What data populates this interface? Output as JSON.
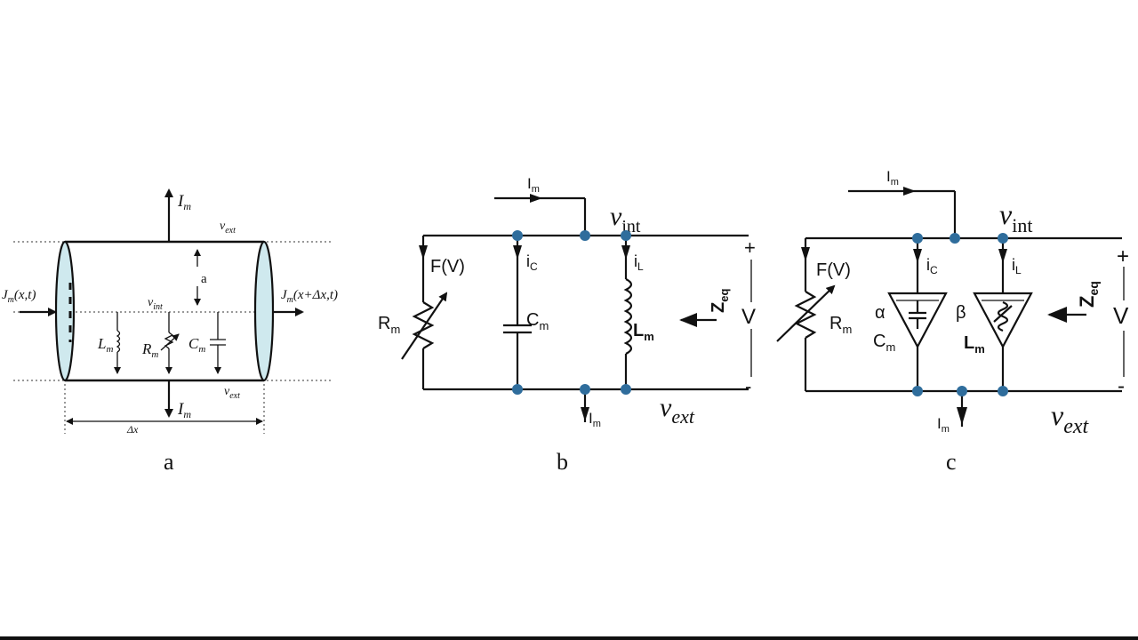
{
  "panels": {
    "a": {
      "caption": "a",
      "I_m": "I",
      "I_m_sub": "m",
      "v_ext": "v",
      "v_ext_sub": "ext",
      "v_int": "v",
      "v_int_sub": "int",
      "a_label": "a",
      "J_left": "J",
      "J_left_sub": "m",
      "J_left_args": "(x,t)",
      "J_right": "J",
      "J_right_sub": "m",
      "J_right_args": "(x+Δx,t)",
      "L_m": "L",
      "L_m_sub": "m",
      "R_m": "R",
      "R_m_sub": "m",
      "C_m": "C",
      "C_m_sub": "m",
      "dx_label": "Δx"
    },
    "b": {
      "caption": "b",
      "I_m": "I",
      "I_m_sub": "m",
      "v_int": "v",
      "v_int_sub": "int",
      "v_ext": "v",
      "v_ext_sub": "ext",
      "F_V": "F(V)",
      "R_m": "R",
      "R_m_sub": "m",
      "i_C": "i",
      "i_C_sub": "C",
      "C_m": "C",
      "C_m_sub": "m",
      "i_L": "i",
      "i_L_sub": "L",
      "L_m": "L",
      "L_m_sub": "m",
      "Z_eq": "Z",
      "Z_eq_sub": "eq",
      "V": "V",
      "plus": "+",
      "minus": "-"
    },
    "c": {
      "caption": "c",
      "I_m": "I",
      "I_m_sub": "m",
      "v_int": "v",
      "v_int_sub": "int",
      "v_ext": "v",
      "v_ext_sub": "ext",
      "F_V": "F(V)",
      "R_m": "R",
      "R_m_sub": "m",
      "i_C": "i",
      "i_C_sub": "C",
      "i_L": "i",
      "i_L_sub": "L",
      "alpha": "α",
      "beta": "β",
      "C_m": "C",
      "C_m_sub": "m",
      "L_m": "L",
      "L_m_sub": "m",
      "Z_eq": "Z",
      "Z_eq_sub": "eq",
      "V": "V",
      "plus": "+",
      "minus": "-"
    }
  },
  "colors": {
    "node": "#2f6d9c",
    "cylinder_end": "#cfe9ee",
    "line": "#111111"
  }
}
